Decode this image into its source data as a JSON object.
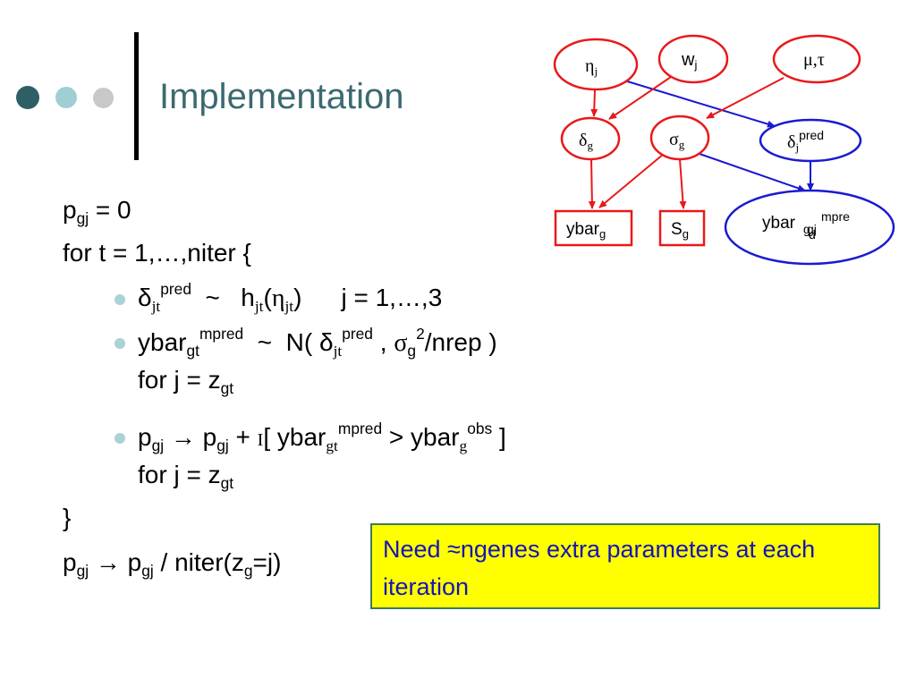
{
  "slide": {
    "title": "Implementation"
  },
  "algorithm": {
    "p": "p",
    "gj": "gj",
    "eq_zero": " = 0",
    "for_loop": "for t = 1,…,niter {",
    "delta": "δ",
    "jt": "jt",
    "pred": "pred",
    "tilde": "  ~   ",
    "h": "h",
    "paren_open": "(",
    "eta": "η",
    "paren_close": ")",
    "j_range": "j = 1,…,3",
    "ybar": "ybar",
    "gt": "gt",
    "mpred": "mpred",
    "normal_open": "  ~  N( ",
    "comma": " , ",
    "sigma": "σ",
    "g": "g",
    "two": "2",
    "nrep_close": "/nrep )",
    "for_j_eq": "for j = z",
    "arrow": " → ",
    "plus": " + ",
    "indicator": "I",
    "bracket_open": "[ ",
    "greater": " > ",
    "obs": "obs",
    "bracket_close": " ]",
    "close_brace": "}",
    "div_niter": " / niter(z",
    "eq_j": "=j)"
  },
  "note": {
    "text": "Need ≈ngenes extra parameters at each iteration"
  },
  "diagram": {
    "eta_node": "η",
    "eta_sub": "j",
    "w_node": "w",
    "w_sub": "j",
    "mu_tau_node": "μ,τ",
    "delta_node": "δ",
    "delta_sub": "g",
    "sigma_node": "σ",
    "sigma_sub": "g",
    "delta_pred_node": "δ",
    "delta_pred_sub": "j",
    "delta_pred_sup": "pred",
    "ybar_node": "ybar",
    "ybar_sub": "g",
    "s_node": "S",
    "s_sub": "g",
    "ybar_mpred_node": "ybar",
    "ybar_mpred_sub_a": "g",
    "ybar_mpred_sub_b": "gj",
    "ybar_mpred_sup": "mpre",
    "ybar_mpred_sub_c": "d"
  },
  "colors": {
    "red": "#e8191b",
    "blue": "#1a1ad0",
    "title": "#3b6a70",
    "note_bg": "#ffff00",
    "note_text": "#1414b8"
  }
}
